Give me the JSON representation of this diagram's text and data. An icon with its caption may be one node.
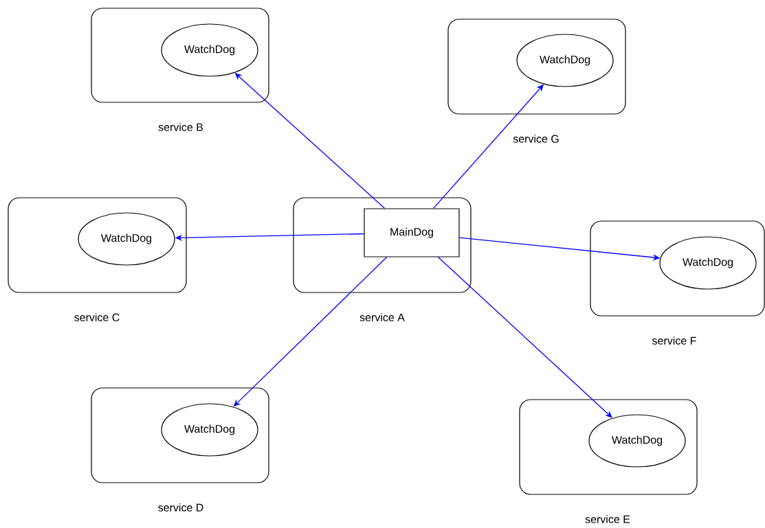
{
  "diagram": {
    "nodes": [
      {
        "text": [
          "service B"
        ]
      },
      {
        "text": [
          "WatchDog"
        ],
        "in": 0
      },
      {
        "text": [
          "service G"
        ]
      },
      {
        "text": [
          "WatchDog"
        ],
        "in": 2
      },
      {
        "text": [
          "service C"
        ]
      },
      {
        "text": [
          "WatchDog"
        ],
        "in": 4
      },
      {
        "text": [
          "service A"
        ]
      },
      {
        "text": [
          "MainDog"
        ],
        "in": 6
      },
      {
        "text": [
          "service F"
        ]
      },
      {
        "text": [
          "WatchDog"
        ],
        "in": 8
      },
      {
        "text": [
          "service D"
        ]
      },
      {
        "text": [
          "WatchDog"
        ],
        "in": 10
      },
      {
        "text": [
          "service E"
        ]
      },
      {
        "text": [
          "WatchDog"
        ],
        "in": 12
      }
    ],
    "edges": [
      {
        "from": 7,
        "to": 1,
        "arrow": "to"
      },
      {
        "from": 7,
        "to": 3,
        "arrow": "to"
      },
      {
        "from": 7,
        "to": 5,
        "arrow": "to"
      },
      {
        "from": 7,
        "to": 9,
        "arrow": "to"
      },
      {
        "from": 7,
        "to": 11,
        "arrow": "to"
      },
      {
        "from": 7,
        "to": 13,
        "arrow": "to"
      }
    ]
  }
}
